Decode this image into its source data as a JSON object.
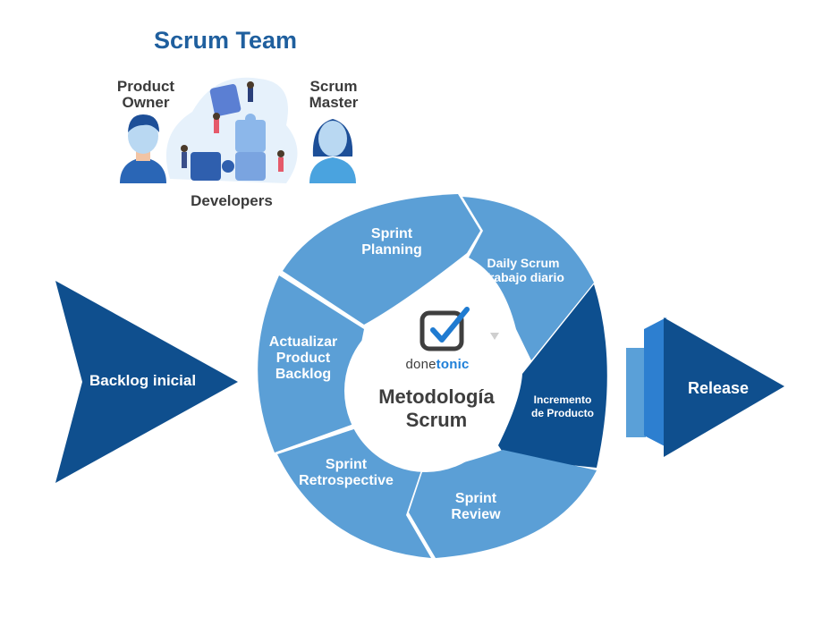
{
  "team": {
    "title": "Scrum Team",
    "product_owner": "Product\nOwner",
    "scrum_master": "Scrum\nMaster",
    "developers": "Developers"
  },
  "cycle": {
    "planning": "Sprint\nPlanning",
    "daily": "Daily Scrum\nTrabajo diario",
    "increment": "Incremento\nde Producto",
    "review": "Sprint\nReview",
    "retrospective": "Sprint\nRetrospective",
    "update_backlog": "Actualizar\nProduct\nBacklog"
  },
  "center": {
    "brand_prefix": "done",
    "brand_suffix": "tonic",
    "title": "Metodología\nScrum",
    "check_icon": "check-square-icon"
  },
  "flow": {
    "input": "Backlog inicial",
    "output": "Release"
  },
  "colors": {
    "team_title": "#1f5f9e",
    "segment_light": "#5aa0d8",
    "segment_dark": "#0d4f8f",
    "arrow_dark": "#0f4f8e",
    "release_light": "#4f97d6",
    "release_mid": "#2d7fd0"
  }
}
